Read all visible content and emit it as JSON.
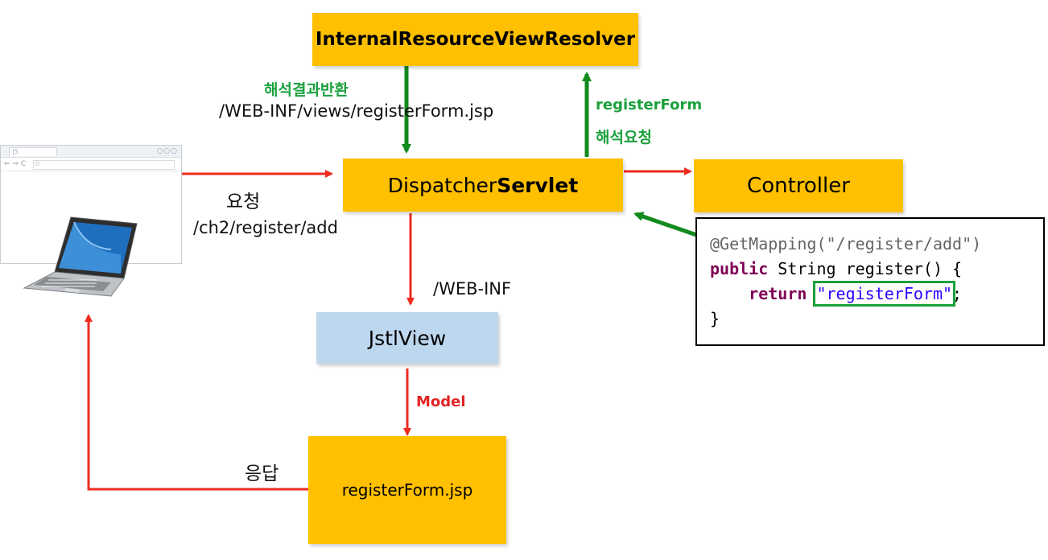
{
  "nodes": {
    "resolver": "InternalResourceViewResolver",
    "dispatcher_prefix": "Dispatcher",
    "dispatcher_bold": "Servlet",
    "controller": "Controller",
    "jstlview": "JstlView",
    "jsp": "registerForm.jsp"
  },
  "labels": {
    "resolve_result": "해석결과반환",
    "resolve_path": "/WEB-INF/views/registerForm.jsp",
    "view_name": "registerForm",
    "resolve_request": "해석요청",
    "request": "요청",
    "request_path": "/ch2/register/add",
    "web_inf": "/WEB-INF",
    "model": "Model",
    "response": "응답"
  },
  "code": {
    "line1": "@GetMapping(\"/register/add\")",
    "line2_kw": "public",
    "line2_rest": " String register() {",
    "line3_indent": "    ",
    "line3_kw": "return",
    "line3_space": " ",
    "line3_str": "\"registerForm\"",
    "line3_end": ";",
    "line4": "}"
  },
  "browser": {
    "tab_text": "|S",
    "nav_icons": "⇐ ⇒ C",
    "window_controls": "○○○",
    "url_text": "D"
  },
  "colors": {
    "box_yellow": "#ffc000",
    "box_blue": "#bdd7ee",
    "arrow_red": "#ee2b1e",
    "arrow_green": "#118a1e",
    "label_green": "#1aa03c",
    "highlight_green": "#1aa03c"
  }
}
